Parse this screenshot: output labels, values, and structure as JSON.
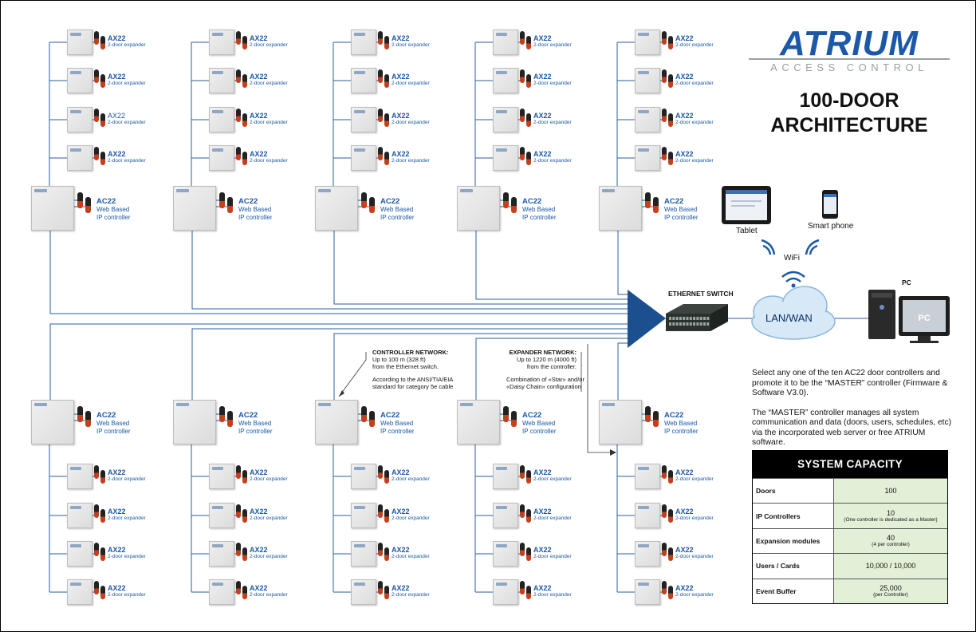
{
  "logo": {
    "word": "ATRIUM",
    "tagline": "ACCESS CONTROL",
    "colors": {
      "blue": "#1b58a8",
      "gray": "#9aa0a6"
    }
  },
  "title": {
    "line1": "100-DOOR",
    "line2": "ARCHITECTURE"
  },
  "expander": {
    "name": "AX22",
    "desc": "2-door expander"
  },
  "controller": {
    "name": "AC22",
    "desc1": "Web Based",
    "desc2": "IP controller"
  },
  "network": {
    "switch_label": "ETHERNET SWITCH",
    "cloud_label": "LAN/WAN",
    "wifi_label": "WiFi",
    "tablet_label": "Tablet",
    "phone_label": "Smart phone",
    "pc_label": "PC",
    "pc_screen_text": "PC"
  },
  "notes": {
    "controller_network": {
      "heading": "CONTROLLER NETWORK:",
      "line1": "Up to 100 m (328 ft)",
      "line2": "from the Ethernet switch.",
      "line3": "According to the ANSI/TIA/EIA",
      "line4": "standard for category 5e cable"
    },
    "expander_network": {
      "heading": "EXPANDER NETWORK:",
      "line1": "Up to 1220 m (4000 ft)",
      "line2": "from the controller.",
      "line3": "Combination of «Star» and/or",
      "line4": "«Daisy Chain» configuration"
    }
  },
  "description": {
    "para1": "Select any one of the ten AC22 door controllers and promote it to be the “MASTER” controller (Firmware & Software V3.0).",
    "para2": "The “MASTER” controller manages all system communication and data (doors, users, schedules, etc) via the incorporated web server or free ATRIUM software."
  },
  "capacity": {
    "title": "SYSTEM CAPACITY",
    "rows": [
      {
        "label": "Doors",
        "value": "100",
        "note": ""
      },
      {
        "label": "IP Controllers",
        "value": "10",
        "note": "(One controller is dedicated as a Master)"
      },
      {
        "label": "Expansion modules",
        "value": "40",
        "note": "(4 per controller)"
      },
      {
        "label": "Users / Cards",
        "value": "10,000 / 10,000",
        "note": ""
      },
      {
        "label": "Event Buffer",
        "value": "25,000",
        "note": "(per Controller)"
      }
    ]
  },
  "colors": {
    "wire": "#2a5f9e",
    "triangle": "#1b4f8f",
    "cap_value_bg": "#e3f0d8"
  }
}
